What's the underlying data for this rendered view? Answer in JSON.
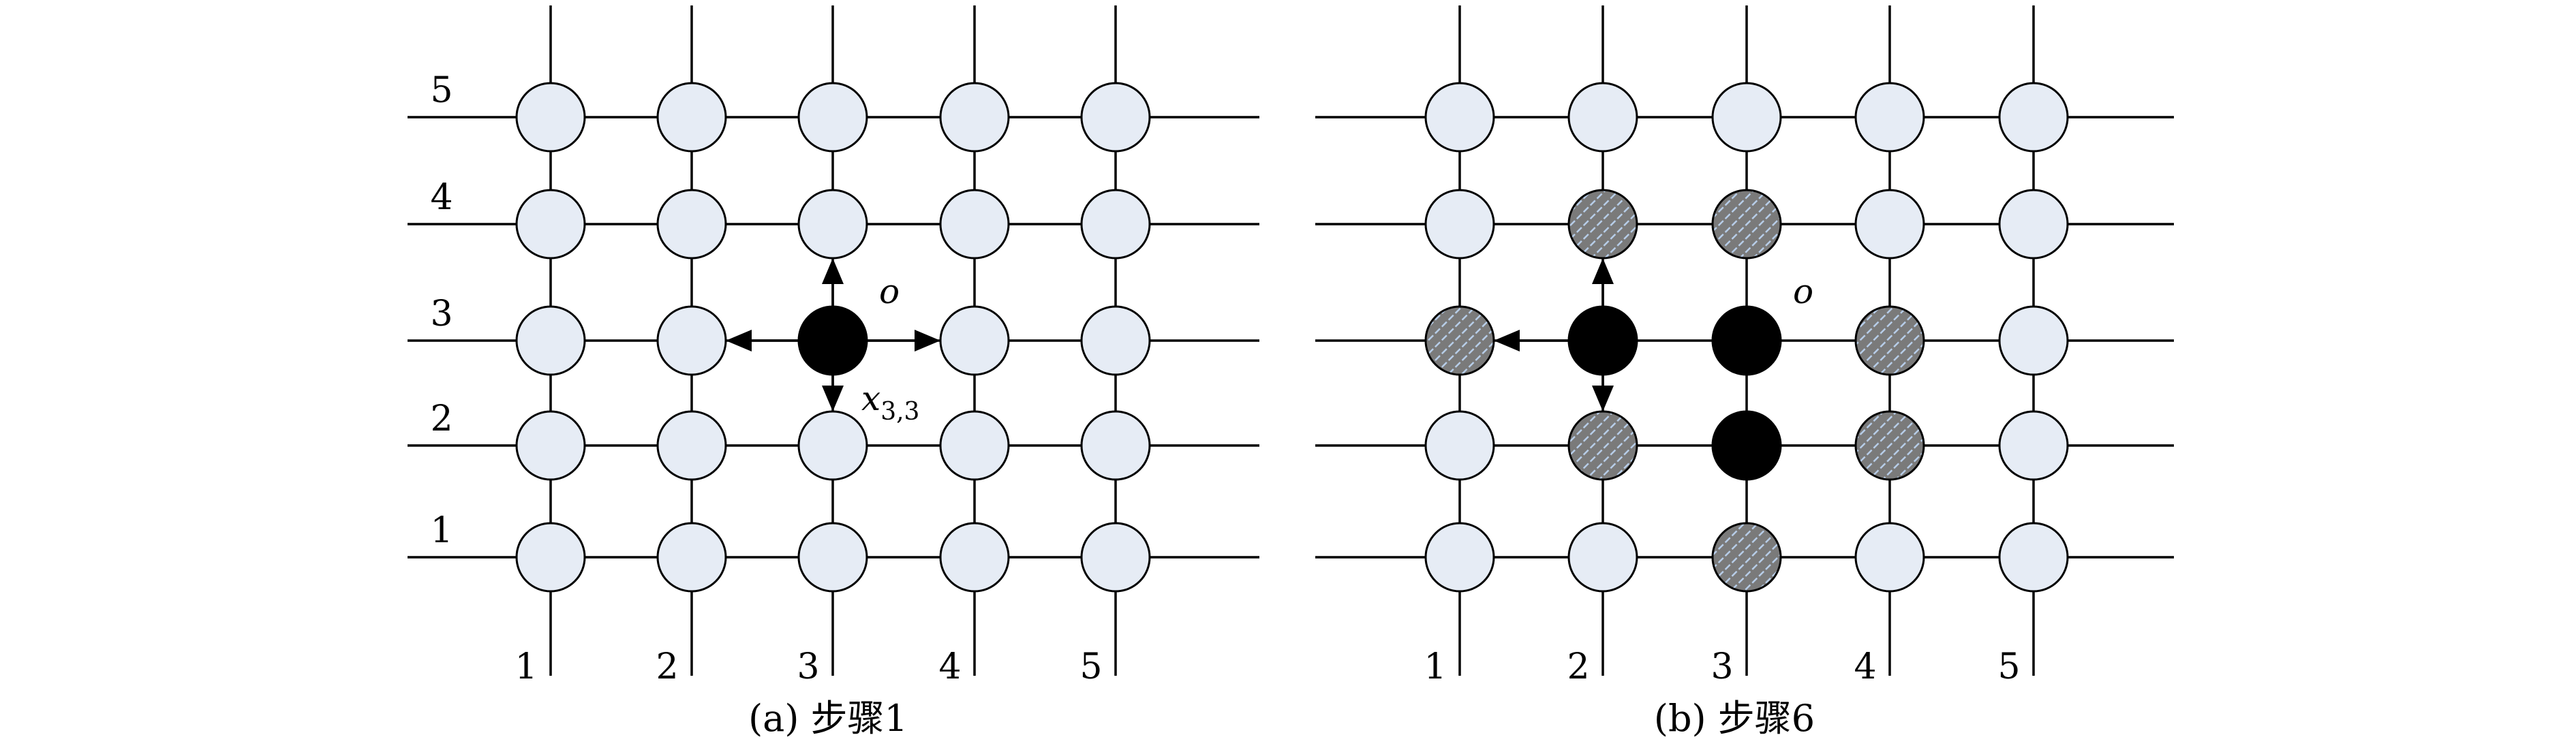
{
  "colors": {
    "grid_line": "#000000",
    "node_fill": "#e6ecf5",
    "node_stroke": "#000000",
    "active_fill": "#000000",
    "marked_fill": "#7a7a7a",
    "marked_pattern": "#b7cde8"
  },
  "panels": [
    {
      "id": "a",
      "caption": "(a) 步骤1",
      "row_labels": [
        "1",
        "2",
        "3",
        "4",
        "5"
      ],
      "col_labels": [
        "1",
        "2",
        "3",
        "4",
        "5"
      ],
      "active_nodes": [
        [
          3,
          3
        ]
      ],
      "marked_nodes": [],
      "arrows": [
        {
          "from": [
            3,
            3
          ],
          "to": [
            3,
            4
          ]
        },
        {
          "from": [
            3,
            3
          ],
          "to": [
            2,
            3
          ]
        },
        {
          "from": [
            3,
            3
          ],
          "to": [
            4,
            3
          ]
        },
        {
          "from": [
            3,
            3
          ],
          "to": [
            3,
            2
          ]
        }
      ],
      "labels": [
        {
          "text": "o",
          "sub": "",
          "node": [
            3,
            3
          ],
          "pos": "upper-right"
        },
        {
          "text": "x",
          "sub": "3,3",
          "node": [
            3,
            3
          ],
          "pos": "lower-right"
        }
      ]
    },
    {
      "id": "b",
      "caption": "(b) 步骤6",
      "row_labels": [
        "",
        "",
        "",
        "",
        ""
      ],
      "col_labels": [
        "1",
        "2",
        "3",
        "4",
        "5"
      ],
      "active_nodes": [
        [
          2,
          3
        ],
        [
          3,
          3
        ],
        [
          3,
          2
        ]
      ],
      "marked_nodes": [
        [
          2,
          4
        ],
        [
          3,
          4
        ],
        [
          1,
          3
        ],
        [
          4,
          3
        ],
        [
          2,
          2
        ],
        [
          4,
          2
        ],
        [
          3,
          1
        ]
      ],
      "arrows": [
        {
          "from": [
            2,
            3
          ],
          "to": [
            2,
            4
          ]
        },
        {
          "from": [
            2,
            3
          ],
          "to": [
            1,
            3
          ]
        },
        {
          "from": [
            2,
            3
          ],
          "to": [
            2,
            2
          ]
        }
      ],
      "labels": [
        {
          "text": "o",
          "sub": "",
          "node": [
            3,
            3
          ],
          "pos": "upper-right"
        }
      ]
    }
  ]
}
